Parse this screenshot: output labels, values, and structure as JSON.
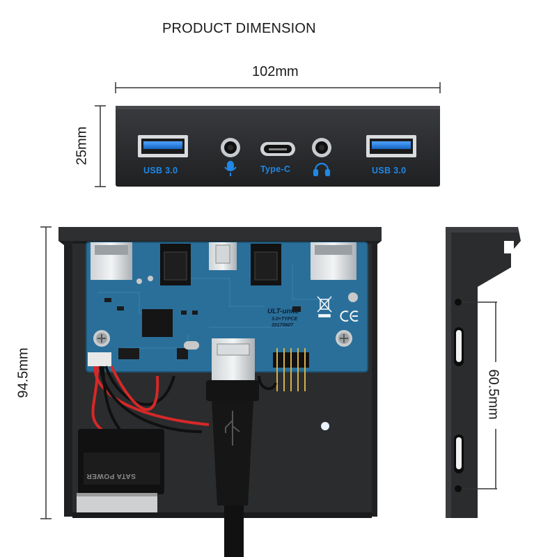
{
  "heading": "PRODUCT DIMENSION",
  "dimensions": {
    "width": "102mm",
    "front_height": "25mm",
    "body_height": "94.5mm",
    "bracket_span": "60.5mm"
  },
  "front_panel": {
    "port_left": "USB 3.0",
    "port_center": "Type-C",
    "port_right": "USB 3.0"
  },
  "board": {
    "brand": "ULT-unite",
    "model": "3.0+TYPCE",
    "date_code": "20170607"
  },
  "connector": {
    "label": "SATA POWER"
  },
  "colors": {
    "port_label": "#1e88e5",
    "pcb": "#2a6f9a",
    "metal": "#2b2c2e",
    "background": "#ffffff"
  }
}
